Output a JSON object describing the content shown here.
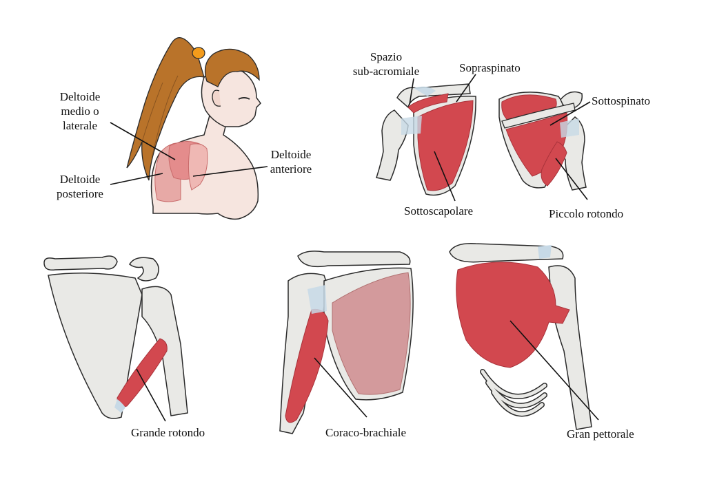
{
  "labels": {
    "deltoide_medio": "Deltoide\nmedio o\nlaterale",
    "deltoide_posteriore": "Deltoide\nposteriore",
    "deltoide_anteriore": "Deltoide\nanteriore",
    "spazio_sub_acromiale": "Spazio\nsub-acromiale",
    "sopraspinato": "Sopraspinato",
    "sottospinato": "Sottospinato",
    "sottoscapolare": "Sottoscapolare",
    "piccolo_rotondo": "Piccolo rotondo",
    "grande_rotondo": "Grande rotondo",
    "coraco_brachiale": "Coraco-brachiale",
    "gran_pettorale": "Gran pettorale"
  },
  "colors": {
    "muscle": "#d2484f",
    "muscle_light": "#e48c8c",
    "muscle_pale": "#d39a9c",
    "bone": "#e9e9e6",
    "bone_shadow": "#c9c9c6",
    "tendon": "#c7d9e6",
    "hair": "#b9732a",
    "hair_tie": "#f39b1b",
    "skin": "#f6e5df",
    "outline": "#2a2a2a"
  }
}
